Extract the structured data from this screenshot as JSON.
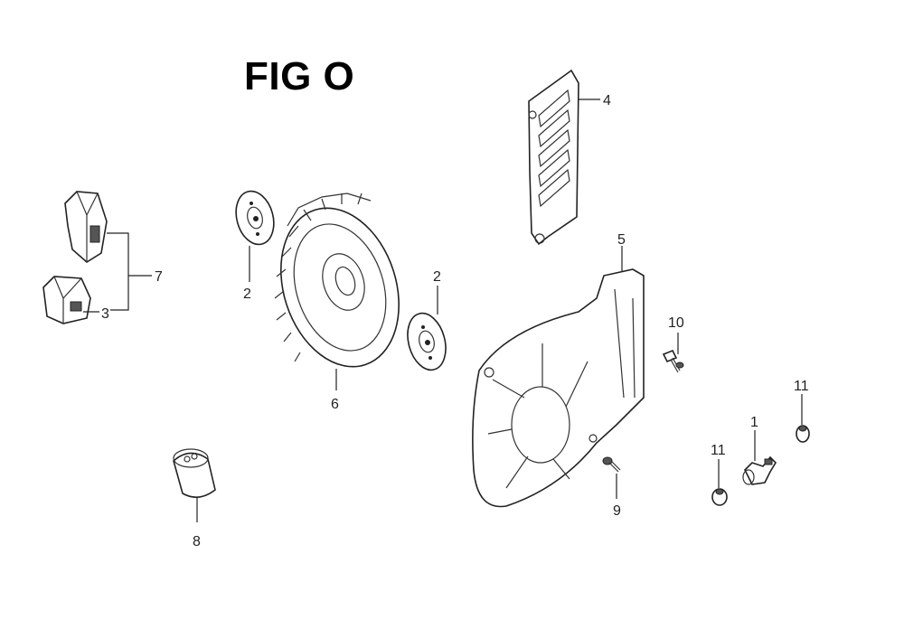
{
  "figure": {
    "title": "FIG O",
    "callouts": [
      {
        "id": "c4",
        "text": "4"
      },
      {
        "id": "c5",
        "text": "5"
      },
      {
        "id": "c7",
        "text": "7"
      },
      {
        "id": "c3",
        "text": "3"
      },
      {
        "id": "c2a",
        "text": "2"
      },
      {
        "id": "c2b",
        "text": "2"
      },
      {
        "id": "c6",
        "text": "6"
      },
      {
        "id": "c10",
        "text": "10"
      },
      {
        "id": "c11a",
        "text": "11"
      },
      {
        "id": "c11b",
        "text": "11"
      },
      {
        "id": "c1",
        "text": "1"
      },
      {
        "id": "c9",
        "text": "9"
      },
      {
        "id": "c8",
        "text": "8"
      }
    ]
  }
}
